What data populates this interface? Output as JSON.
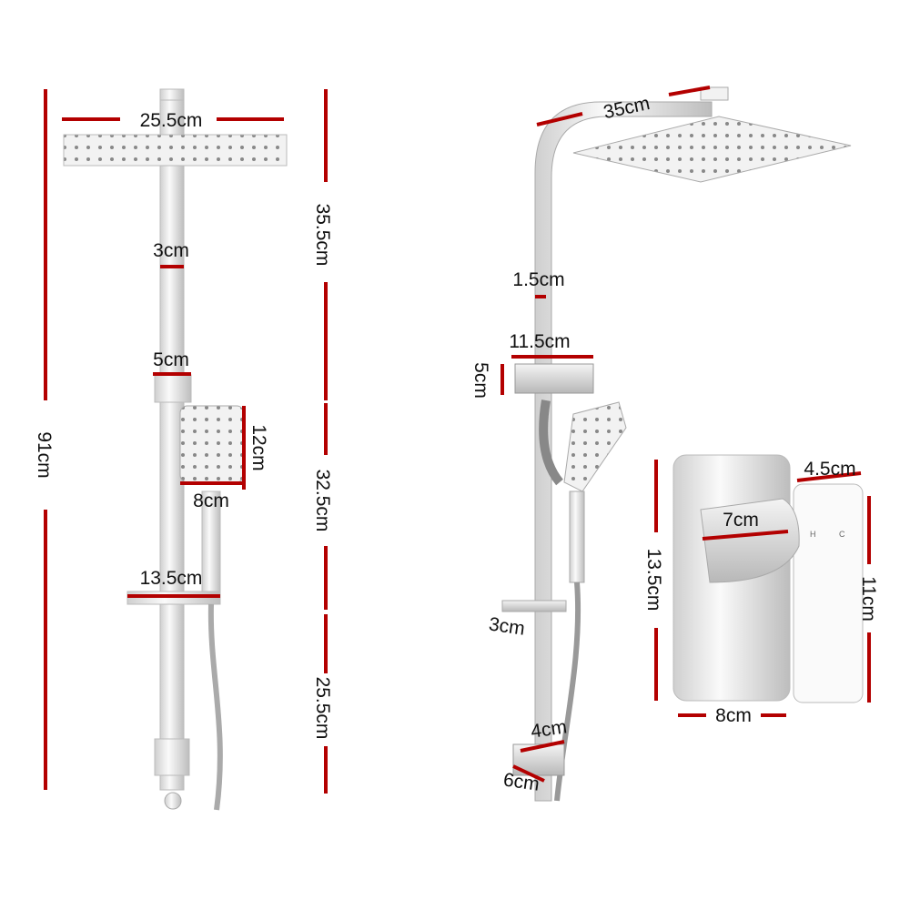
{
  "colors": {
    "dimension_line": "#b30000",
    "chrome": "#e6e6e6",
    "background": "#ffffff"
  },
  "front_view": {
    "head_width": "25.5cm",
    "rail_width": "3cm",
    "holder_width": "5cm",
    "handheld_height": "12cm",
    "handheld_width": "8cm",
    "slide_bar_width": "13.5cm",
    "upper_segment": "35.5cm",
    "middle_segment": "32.5cm",
    "lower_segment": "25.5cm",
    "total_height": "91cm"
  },
  "side_view": {
    "head_depth": "35cm",
    "rail_depth": "1.5cm",
    "holder_depth": "11.5cm",
    "holder_height": "5cm",
    "shelf": "3cm",
    "bracket_width": "4cm",
    "bracket_depth": "6cm"
  },
  "mixer": {
    "handle_width": "4.5cm",
    "spout_depth": "7cm",
    "plate_height": "13.5cm",
    "body_height": "11cm",
    "plate_width": "8cm",
    "hot_mark": "H",
    "cold_mark": "C"
  }
}
